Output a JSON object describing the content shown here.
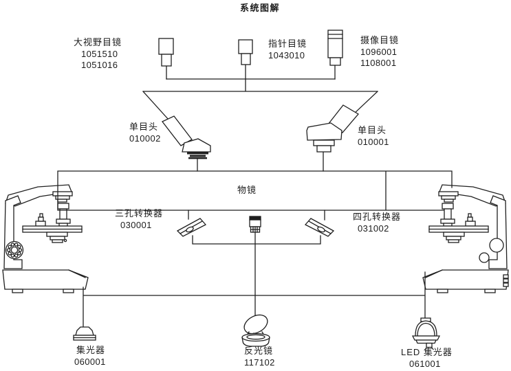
{
  "title": "系统图解",
  "colors": {
    "line": "#1f1f1f",
    "background": "#ffffff",
    "text": "#1c1c1c"
  },
  "diagram": {
    "eyepieces": [
      {
        "name": "大视野目镜",
        "codes": [
          "1051510",
          "1051016"
        ]
      },
      {
        "name": "指针目镜",
        "codes": [
          "1043010"
        ]
      },
      {
        "name": "摄像目镜",
        "codes": [
          "1096001",
          "1108001"
        ]
      }
    ],
    "heads": [
      {
        "name": "单目头",
        "code": "010002"
      },
      {
        "name": "单目头",
        "code": "010001"
      }
    ],
    "objective_label": "物镜",
    "converters": [
      {
        "name": "三孔转换器",
        "code": "030001"
      },
      {
        "name": "四孔转换器",
        "code": "031002"
      }
    ],
    "bottom": [
      {
        "name": "集光器",
        "code": "060001"
      },
      {
        "name": "反光镜",
        "code": "117102"
      },
      {
        "name": "LED 集光器",
        "code": "061001"
      }
    ]
  }
}
